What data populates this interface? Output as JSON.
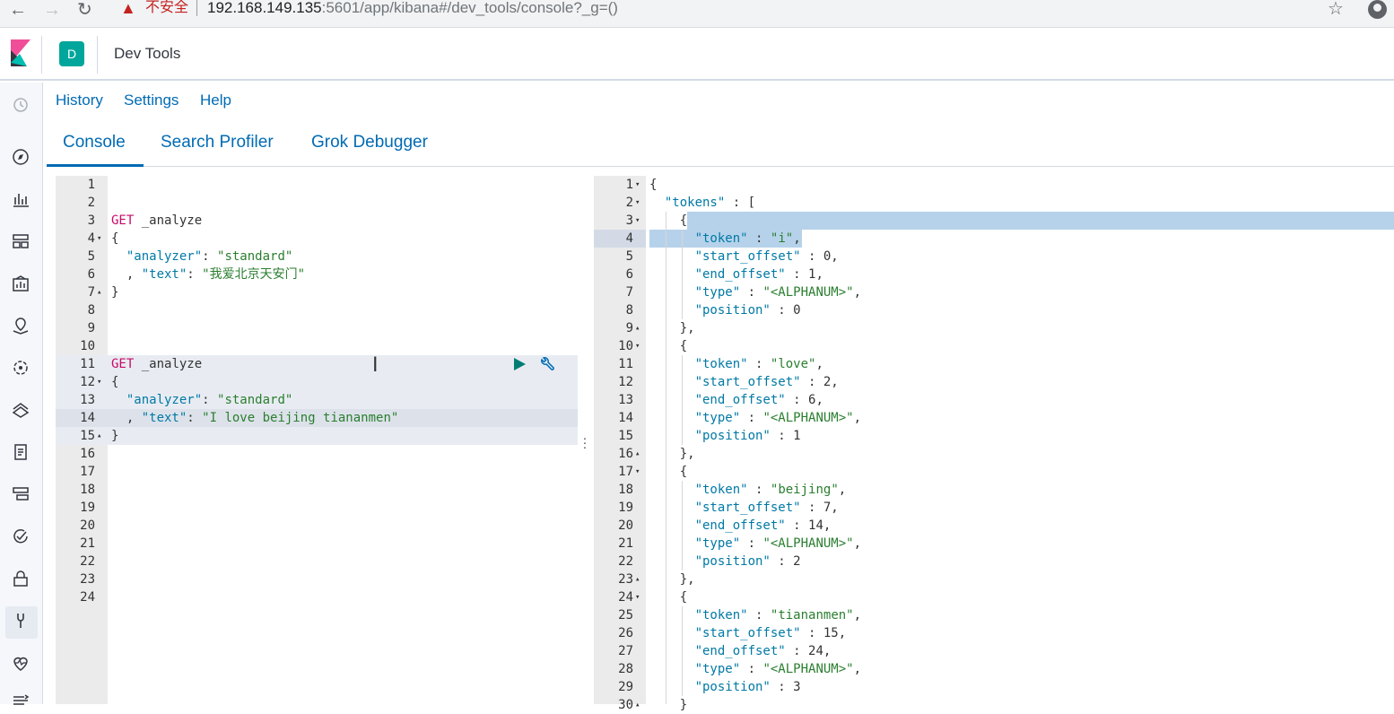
{
  "browser": {
    "insecure_label": "不安全",
    "url_host": "192.168.149.135",
    "url_rest": ":5601/app/kibana#/dev_tools/console?_g=()"
  },
  "header": {
    "space_initial": "D",
    "breadcrumb": "Dev Tools"
  },
  "topmenu": [
    "History",
    "Settings",
    "Help"
  ],
  "tabs": [
    "Console",
    "Search Profiler",
    "Grok Debugger"
  ],
  "selected_tab": "Console",
  "sidenav_icons": [
    "clock-icon",
    "compass-icon",
    "visualize-icon",
    "dashboard-icon",
    "canvas-icon",
    "maps-icon",
    "ml-icon",
    "infrastructure-icon",
    "logs-icon",
    "apm-icon",
    "uptime-icon",
    "siem-icon",
    "dev-tools-icon",
    "monitoring-icon",
    "collapse-icon"
  ],
  "editor": {
    "lines": [
      {
        "n": "1",
        "fold": "",
        "html": ""
      },
      {
        "n": "2",
        "fold": "",
        "html": ""
      },
      {
        "n": "3",
        "fold": "",
        "html": "<span class=\"verb\">GET</span> _analyze"
      },
      {
        "n": "4",
        "fold": "▾",
        "html": "{"
      },
      {
        "n": "5",
        "fold": "",
        "html": "  <span class=\"key\">\"analyzer\"</span>: <span class=\"str\">\"standard\"</span>"
      },
      {
        "n": "6",
        "fold": "",
        "html": "  , <span class=\"key\">\"text\"</span>: <span class=\"str\">\"我爱北京天安门\"</span>"
      },
      {
        "n": "7",
        "fold": "▴",
        "html": "}"
      },
      {
        "n": "8",
        "fold": "",
        "html": ""
      },
      {
        "n": "9",
        "fold": "",
        "html": ""
      },
      {
        "n": "10",
        "fold": "",
        "html": ""
      },
      {
        "n": "11",
        "fold": "",
        "html": "<span class=\"verb\">GET</span> _analyze"
      },
      {
        "n": "12",
        "fold": "▾",
        "html": "{"
      },
      {
        "n": "13",
        "fold": "",
        "html": "  <span class=\"key\">\"analyzer\"</span>: <span class=\"str\">\"standard\"</span>"
      },
      {
        "n": "14",
        "fold": "",
        "html": "  , <span class=\"key\">\"text\"</span>: <span class=\"str\">\"I love beijing tiananmen\"</span>"
      },
      {
        "n": "15",
        "fold": "▴",
        "html": "}"
      },
      {
        "n": "16",
        "fold": "",
        "html": ""
      },
      {
        "n": "17",
        "fold": "",
        "html": ""
      },
      {
        "n": "18",
        "fold": "",
        "html": ""
      },
      {
        "n": "19",
        "fold": "",
        "html": ""
      },
      {
        "n": "20",
        "fold": "",
        "html": ""
      },
      {
        "n": "21",
        "fold": "",
        "html": ""
      },
      {
        "n": "22",
        "fold": "",
        "html": ""
      },
      {
        "n": "23",
        "fold": "",
        "html": ""
      },
      {
        "n": "24",
        "fold": "",
        "html": ""
      }
    ]
  },
  "output": {
    "lines": [
      {
        "n": "1",
        "fold": "▾",
        "html": "{"
      },
      {
        "n": "2",
        "fold": "▾",
        "html": "  <span class=\"key\">\"tokens\"</span> : ["
      },
      {
        "n": "3",
        "fold": "▾",
        "html": "    {"
      },
      {
        "n": "4",
        "fold": "",
        "html": "      <span class=\"key\">\"token\"</span> : <span class=\"str\">\"i\"</span>,"
      },
      {
        "n": "5",
        "fold": "",
        "html": "      <span class=\"key\">\"start_offset\"</span> : 0,"
      },
      {
        "n": "6",
        "fold": "",
        "html": "      <span class=\"key\">\"end_offset\"</span> : 1,"
      },
      {
        "n": "7",
        "fold": "",
        "html": "      <span class=\"key\">\"type\"</span> : <span class=\"str\">\"&lt;ALPHANUM&gt;\"</span>,"
      },
      {
        "n": "8",
        "fold": "",
        "html": "      <span class=\"key\">\"position\"</span> : 0"
      },
      {
        "n": "9",
        "fold": "▴",
        "html": "    },"
      },
      {
        "n": "10",
        "fold": "▾",
        "html": "    {"
      },
      {
        "n": "11",
        "fold": "",
        "html": "      <span class=\"key\">\"token\"</span> : <span class=\"str\">\"love\"</span>,"
      },
      {
        "n": "12",
        "fold": "",
        "html": "      <span class=\"key\">\"start_offset\"</span> : 2,"
      },
      {
        "n": "13",
        "fold": "",
        "html": "      <span class=\"key\">\"end_offset\"</span> : 6,"
      },
      {
        "n": "14",
        "fold": "",
        "html": "      <span class=\"key\">\"type\"</span> : <span class=\"str\">\"&lt;ALPHANUM&gt;\"</span>,"
      },
      {
        "n": "15",
        "fold": "",
        "html": "      <span class=\"key\">\"position\"</span> : 1"
      },
      {
        "n": "16",
        "fold": "▴",
        "html": "    },"
      },
      {
        "n": "17",
        "fold": "▾",
        "html": "    {"
      },
      {
        "n": "18",
        "fold": "",
        "html": "      <span class=\"key\">\"token\"</span> : <span class=\"str\">\"beijing\"</span>,"
      },
      {
        "n": "19",
        "fold": "",
        "html": "      <span class=\"key\">\"start_offset\"</span> : 7,"
      },
      {
        "n": "20",
        "fold": "",
        "html": "      <span class=\"key\">\"end_offset\"</span> : 14,"
      },
      {
        "n": "21",
        "fold": "",
        "html": "      <span class=\"key\">\"type\"</span> : <span class=\"str\">\"&lt;ALPHANUM&gt;\"</span>,"
      },
      {
        "n": "22",
        "fold": "",
        "html": "      <span class=\"key\">\"position\"</span> : 2"
      },
      {
        "n": "23",
        "fold": "▴",
        "html": "    },"
      },
      {
        "n": "24",
        "fold": "▾",
        "html": "    {"
      },
      {
        "n": "25",
        "fold": "",
        "html": "      <span class=\"key\">\"token\"</span> : <span class=\"str\">\"tiananmen\"</span>,"
      },
      {
        "n": "26",
        "fold": "",
        "html": "      <span class=\"key\">\"start_offset\"</span> : 15,"
      },
      {
        "n": "27",
        "fold": "",
        "html": "      <span class=\"key\">\"end_offset\"</span> : 24,"
      },
      {
        "n": "28",
        "fold": "",
        "html": "      <span class=\"key\">\"type\"</span> : <span class=\"str\">\"&lt;ALPHANUM&gt;\"</span>,"
      },
      {
        "n": "29",
        "fold": "",
        "html": "      <span class=\"key\">\"position\"</span> : 3"
      },
      {
        "n": "30",
        "fold": "▴",
        "html": "    }"
      }
    ]
  },
  "colors": {
    "accent": "#006bb4",
    "space_badge": "#00a69b",
    "verb": "#c80a68",
    "string": "#2a7e2f",
    "key": "#0079a5"
  }
}
